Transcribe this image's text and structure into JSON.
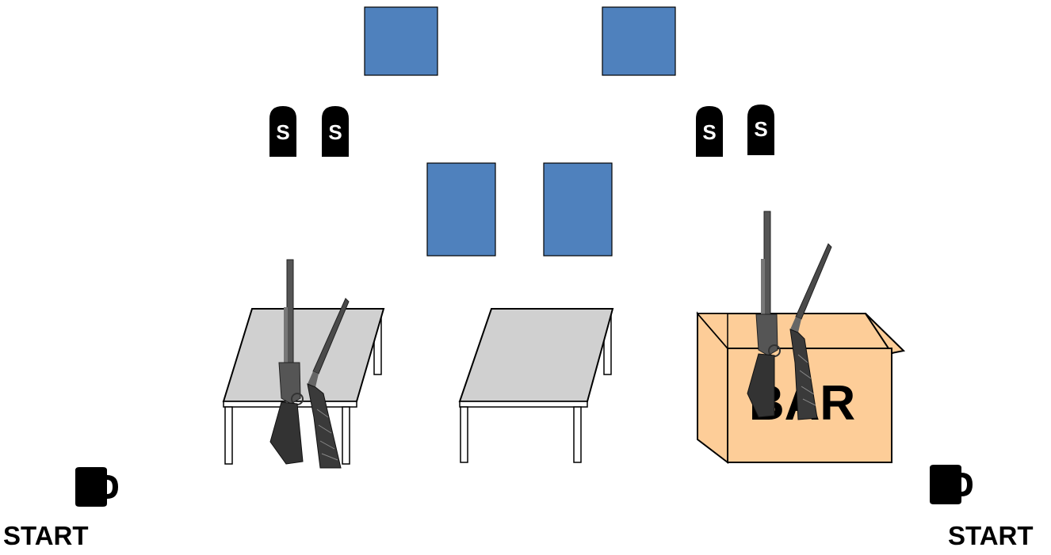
{
  "colors": {
    "target": "#4f81bd",
    "table_top": "#d0d0d0",
    "box": "#fdcd98",
    "stroke": "#000000",
    "gun_metal": "#444444",
    "gun_wood": "#333333"
  },
  "targets": [
    "target",
    "target",
    "target",
    "target"
  ],
  "tombstones": [
    {
      "letter": "S"
    },
    {
      "letter": "S"
    },
    {
      "letter": "S"
    },
    {
      "letter": "S"
    }
  ],
  "tables": [
    "table",
    "table"
  ],
  "guns": [
    "rifle-icon",
    "shotgun-icon",
    "rifle-icon",
    "shotgun-icon"
  ],
  "box": {
    "label": "BAR"
  },
  "mugs": [
    "mug-icon",
    "mug-icon"
  ],
  "starts": {
    "left": "START",
    "right": "START"
  }
}
